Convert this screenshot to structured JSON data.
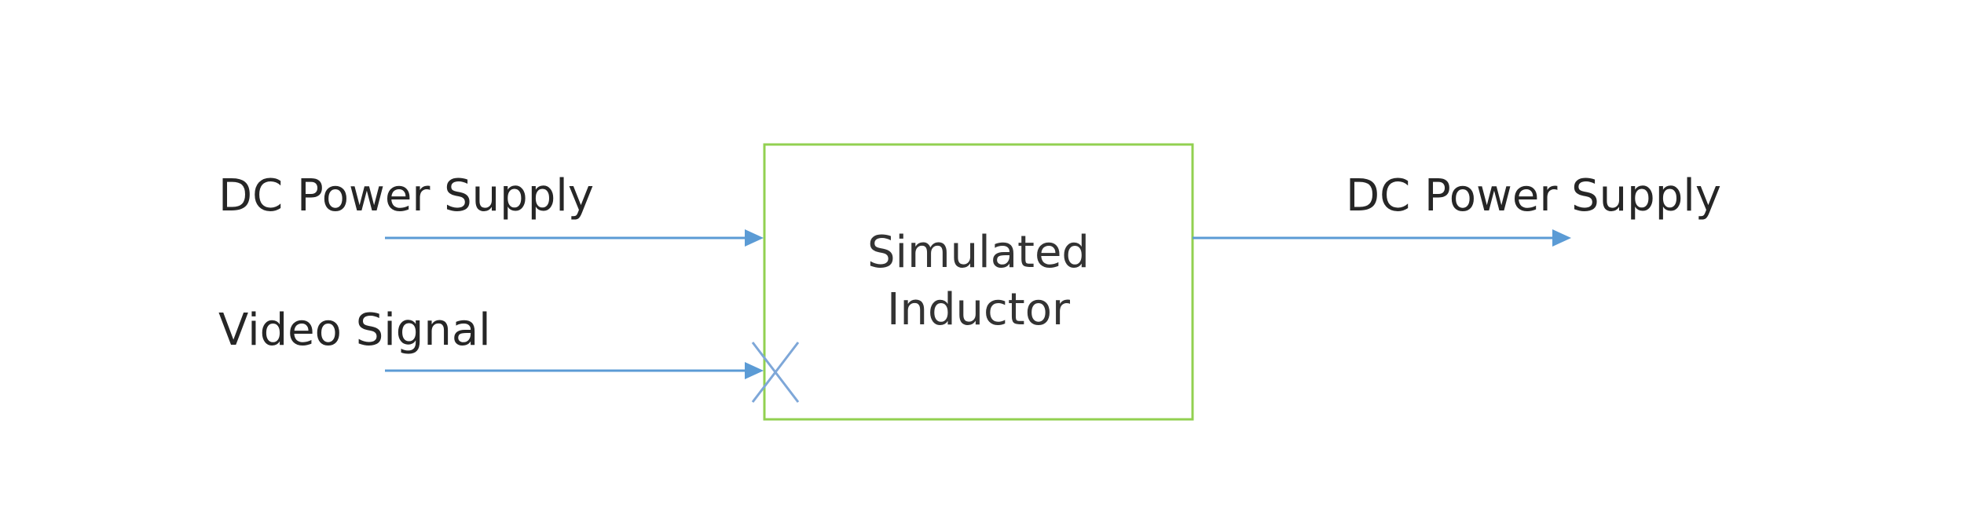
{
  "diagram": {
    "inputs": {
      "dc_power_supply": "DC Power Supply",
      "video_signal": "Video Signal"
    },
    "block": {
      "line1": "Simulated",
      "line2": "Inductor"
    },
    "outputs": {
      "dc_power_supply": "DC Power Supply"
    }
  },
  "colors": {
    "arrow": "#5b9bd5",
    "block_border": "#92d050",
    "text": "#262626"
  }
}
